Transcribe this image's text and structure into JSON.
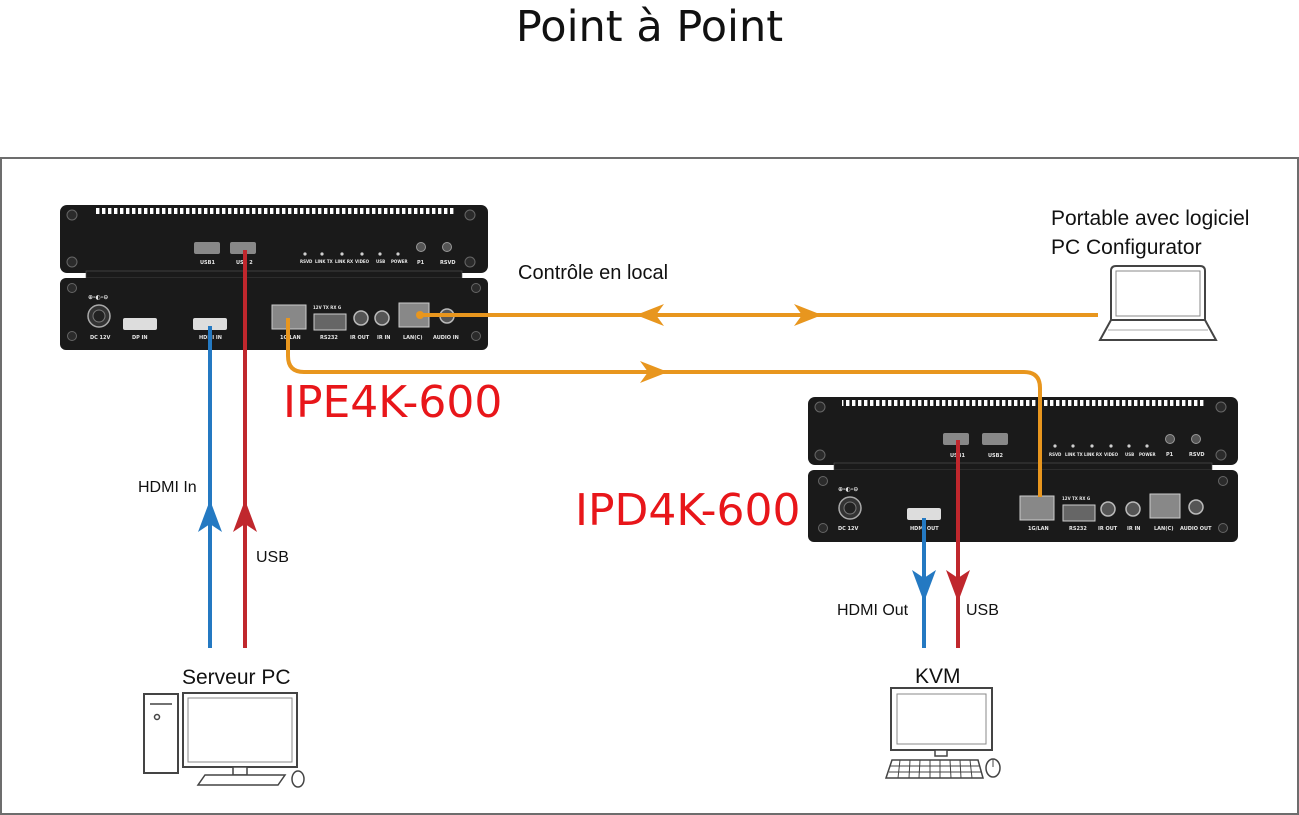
{
  "title": "Point à Point",
  "devices": {
    "encoder": {
      "name": "IPE4K-600",
      "top_ports": [
        "USB1",
        "USB 2",
        "RSVD",
        "LINK TX",
        "LINK RX",
        "VIDEO",
        "USB",
        "POWER",
        "P1",
        "RSVD"
      ],
      "rear_ports": [
        "DC 12V",
        "DP IN",
        "HDMI IN",
        "1G/LAN",
        "12V TX RX G",
        "RS232",
        "IR OUT",
        "IR IN",
        "LAN(C)",
        "AUDIO IN"
      ]
    },
    "decoder": {
      "name": "IPD4K-600",
      "top_ports": [
        "USB1",
        "USB2",
        "RSVD",
        "LINK TX",
        "LINK RX",
        "VIDEO",
        "USB",
        "POWER",
        "P1",
        "RSVD"
      ],
      "rear_ports": [
        "DC 12V",
        "HDMI OUT",
        "1G/LAN",
        "12V TX RX G",
        "RS232",
        "IR OUT",
        "IR IN",
        "LAN(C)",
        "AUDIO OUT"
      ]
    }
  },
  "labels": {
    "laptop": [
      "Portable avec logiciel",
      "PC Configurator"
    ],
    "control": "Contrôle en local",
    "hdmi_in": "HDMI In",
    "usb_left": "USB",
    "hdmi_out": "HDMI Out",
    "usb_right": "USB",
    "server": "Serveur PC",
    "kvm": "KVM"
  },
  "colors": {
    "network": "#e8961e",
    "hdmi": "#2479c2",
    "usb": "#c0272d",
    "device_name": "#e8161a",
    "device_body": "#1a1a1a"
  }
}
